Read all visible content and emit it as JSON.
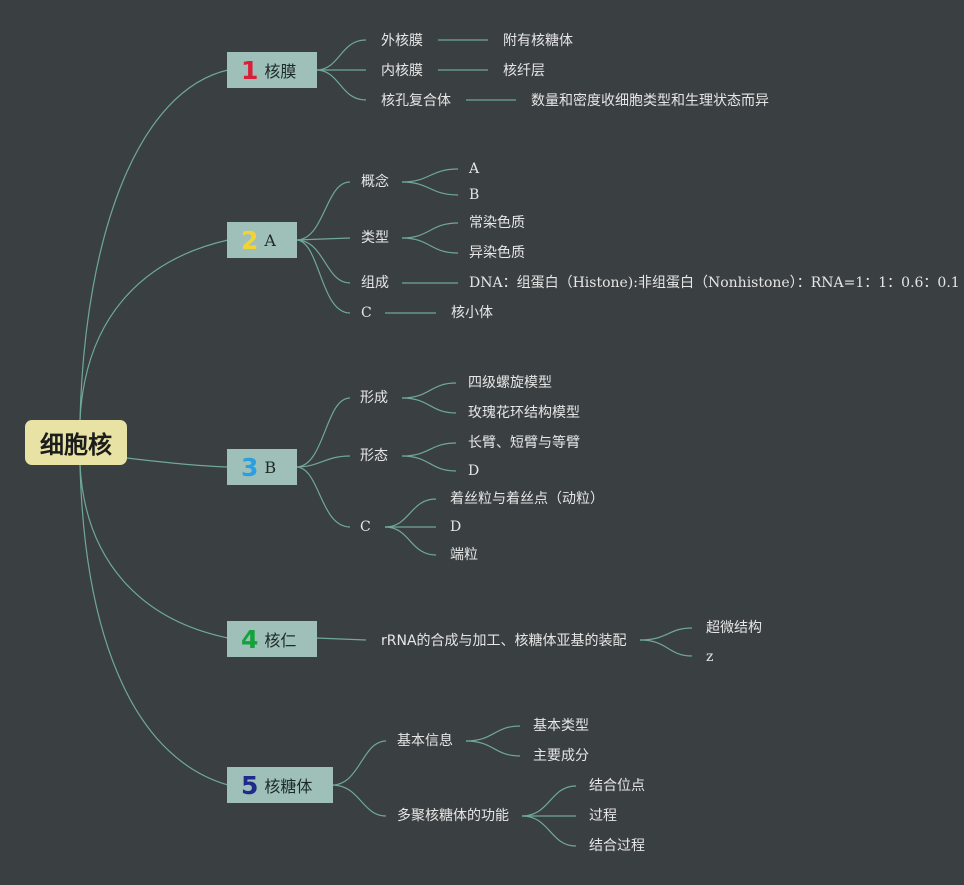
{
  "root": "细胞核",
  "branches": [
    {
      "num": "1",
      "label": "核膜"
    },
    {
      "num": "2",
      "label": "A"
    },
    {
      "num": "3",
      "label": "B"
    },
    {
      "num": "4",
      "label": "核仁"
    },
    {
      "num": "5",
      "label": "核糖体"
    }
  ],
  "b1": {
    "outer": "外核膜",
    "outer_c": "附有核糖体",
    "inner": "内核膜",
    "inner_c": "核纤层",
    "pore": "核孔复合体",
    "pore_c": "数量和密度收细胞类型和生理状态而异"
  },
  "b2": {
    "concept": "概念",
    "concept_a": "A",
    "concept_b": "B",
    "type": "类型",
    "type_1": "常染色质",
    "type_2": "异染色质",
    "comp": "组成",
    "comp_c": "DNA：组蛋白（Histone):非组蛋白（Nonhistone）：RNA=1：1：0.6：0.1",
    "c": "C",
    "c_c": "核小体"
  },
  "b3": {
    "form": "形成",
    "form_1": "四级螺旋模型",
    "form_2": "玫瑰花环结构模型",
    "morph": "形态",
    "morph_1": "长臂、短臂与等臂",
    "morph_2": "D",
    "c": "C",
    "c_1": "着丝粒与着丝点（动粒）",
    "c_2": "D",
    "c_3": "端粒"
  },
  "b4": {
    "func": "rRNA的合成与加工、核糖体亚基的装配",
    "func_1": "超微结构",
    "func_2": "z"
  },
  "b5": {
    "basic": "基本信息",
    "basic_1": "基本类型",
    "basic_2": "主要成分",
    "poly": "多聚核糖体的功能",
    "poly_1": "结合位点",
    "poly_2": "过程",
    "poly_3": "结合过程"
  },
  "colors": {
    "background": "#3a3f41",
    "line": "#6fa89a",
    "root_fill": "#e8e3a4",
    "branch_fill": "#9fbfb9"
  }
}
